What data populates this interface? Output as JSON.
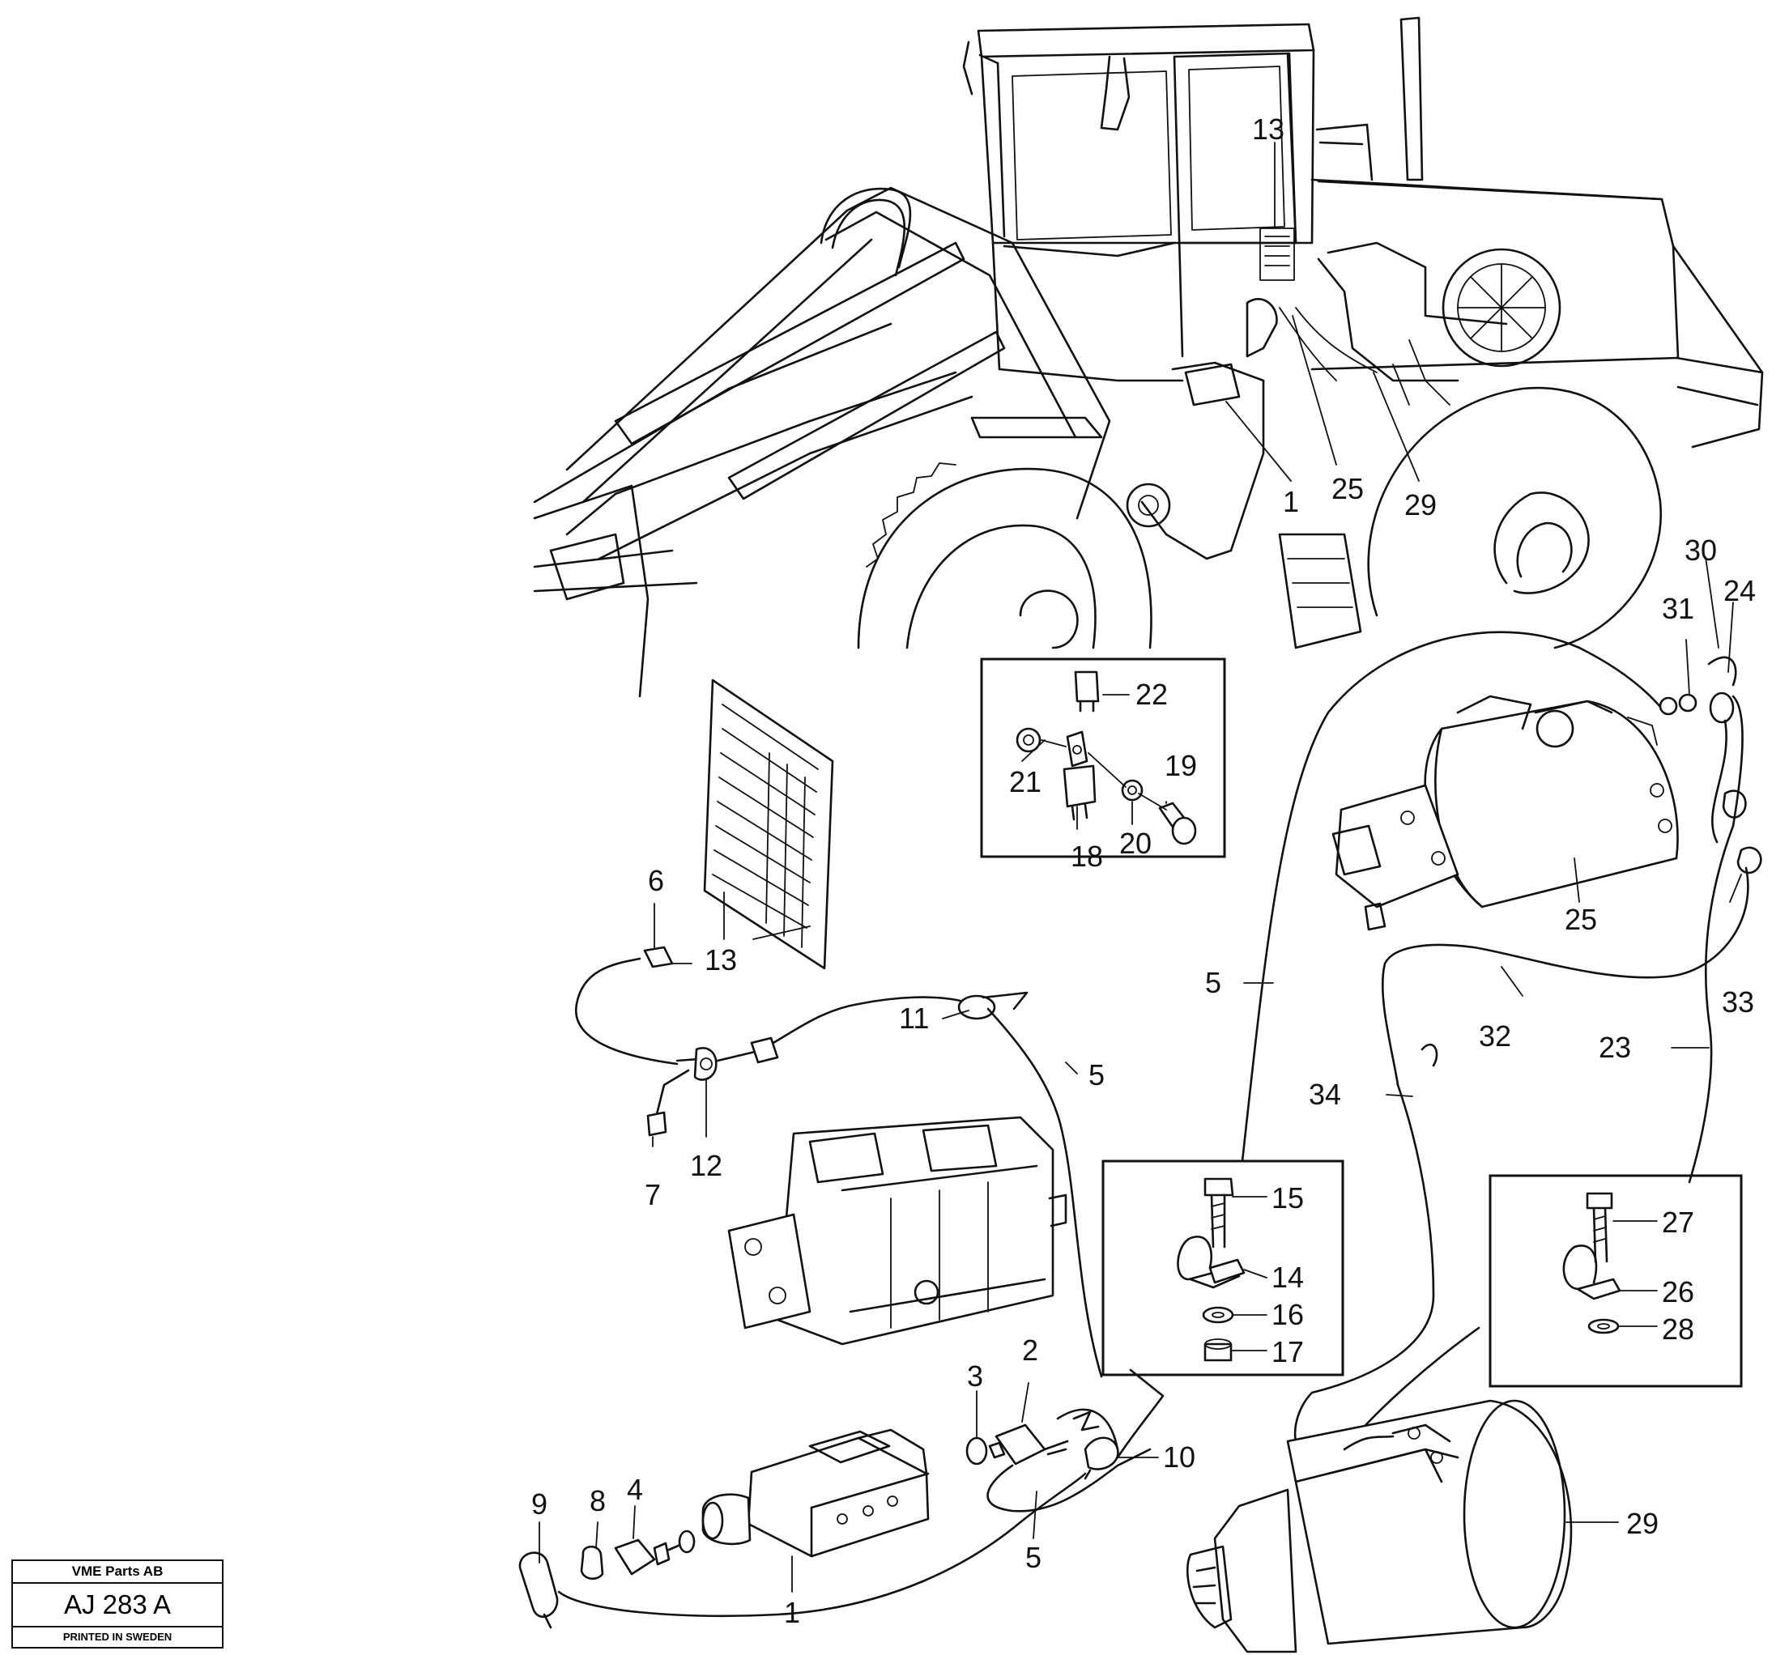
{
  "stamp": {
    "company": "VME Parts AB",
    "code": "AJ 283 A",
    "printed": "PRINTED IN SWEDEN"
  },
  "callouts": {
    "top_13": "13",
    "top_1": "1",
    "top_25": "25",
    "top_29": "29",
    "d22": "22",
    "d21": "21",
    "d19": "19",
    "d18": "18",
    "d20": "20",
    "d13": "13",
    "d6": "6",
    "d7": "7",
    "d12": "12",
    "d11": "11",
    "d5a": "5",
    "d30": "30",
    "d31": "31",
    "d24": "24",
    "d25": "25",
    "d5b": "5",
    "d33": "33",
    "d32": "32",
    "d23": "23",
    "d34": "34",
    "d15": "15",
    "d14": "14",
    "d16": "16",
    "d17": "17",
    "d27": "27",
    "d26": "26",
    "d28": "28",
    "d3": "3",
    "d2": "2",
    "d10": "10",
    "d9": "9",
    "d8": "8",
    "d4": "4",
    "d1": "1",
    "d5c": "5",
    "d29": "29"
  }
}
